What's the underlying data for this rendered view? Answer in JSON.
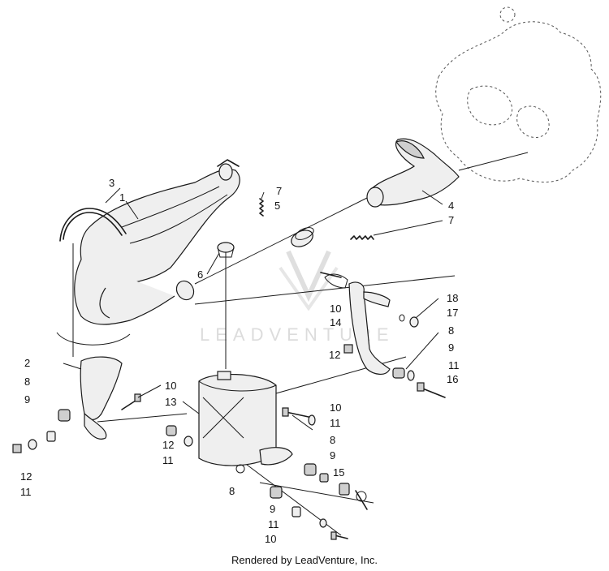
{
  "watermark": "LEADVENTURE",
  "footer": "Rendered by LeadVenture, Inc.",
  "callouts": {
    "c3": "3",
    "c1": "1",
    "c7a": "7",
    "c5": "5",
    "c4": "4",
    "c7b": "7",
    "c6": "6",
    "c10a": "10",
    "c14": "14",
    "c18": "18",
    "c17": "17",
    "c8a": "8",
    "c12a": "12",
    "c9a": "9",
    "c11a": "11",
    "c16": "16",
    "c2": "2",
    "c8b": "8",
    "c10b": "10",
    "c13": "13",
    "c9b": "9",
    "c10c": "10",
    "c11b": "11",
    "c12b": "12",
    "c11c": "11",
    "c8c": "8",
    "c9c": "9",
    "c12c": "12",
    "c11d": "11",
    "c15": "15",
    "c8d": "8",
    "c9d": "9",
    "c11e": "11",
    "c10d": "10"
  }
}
